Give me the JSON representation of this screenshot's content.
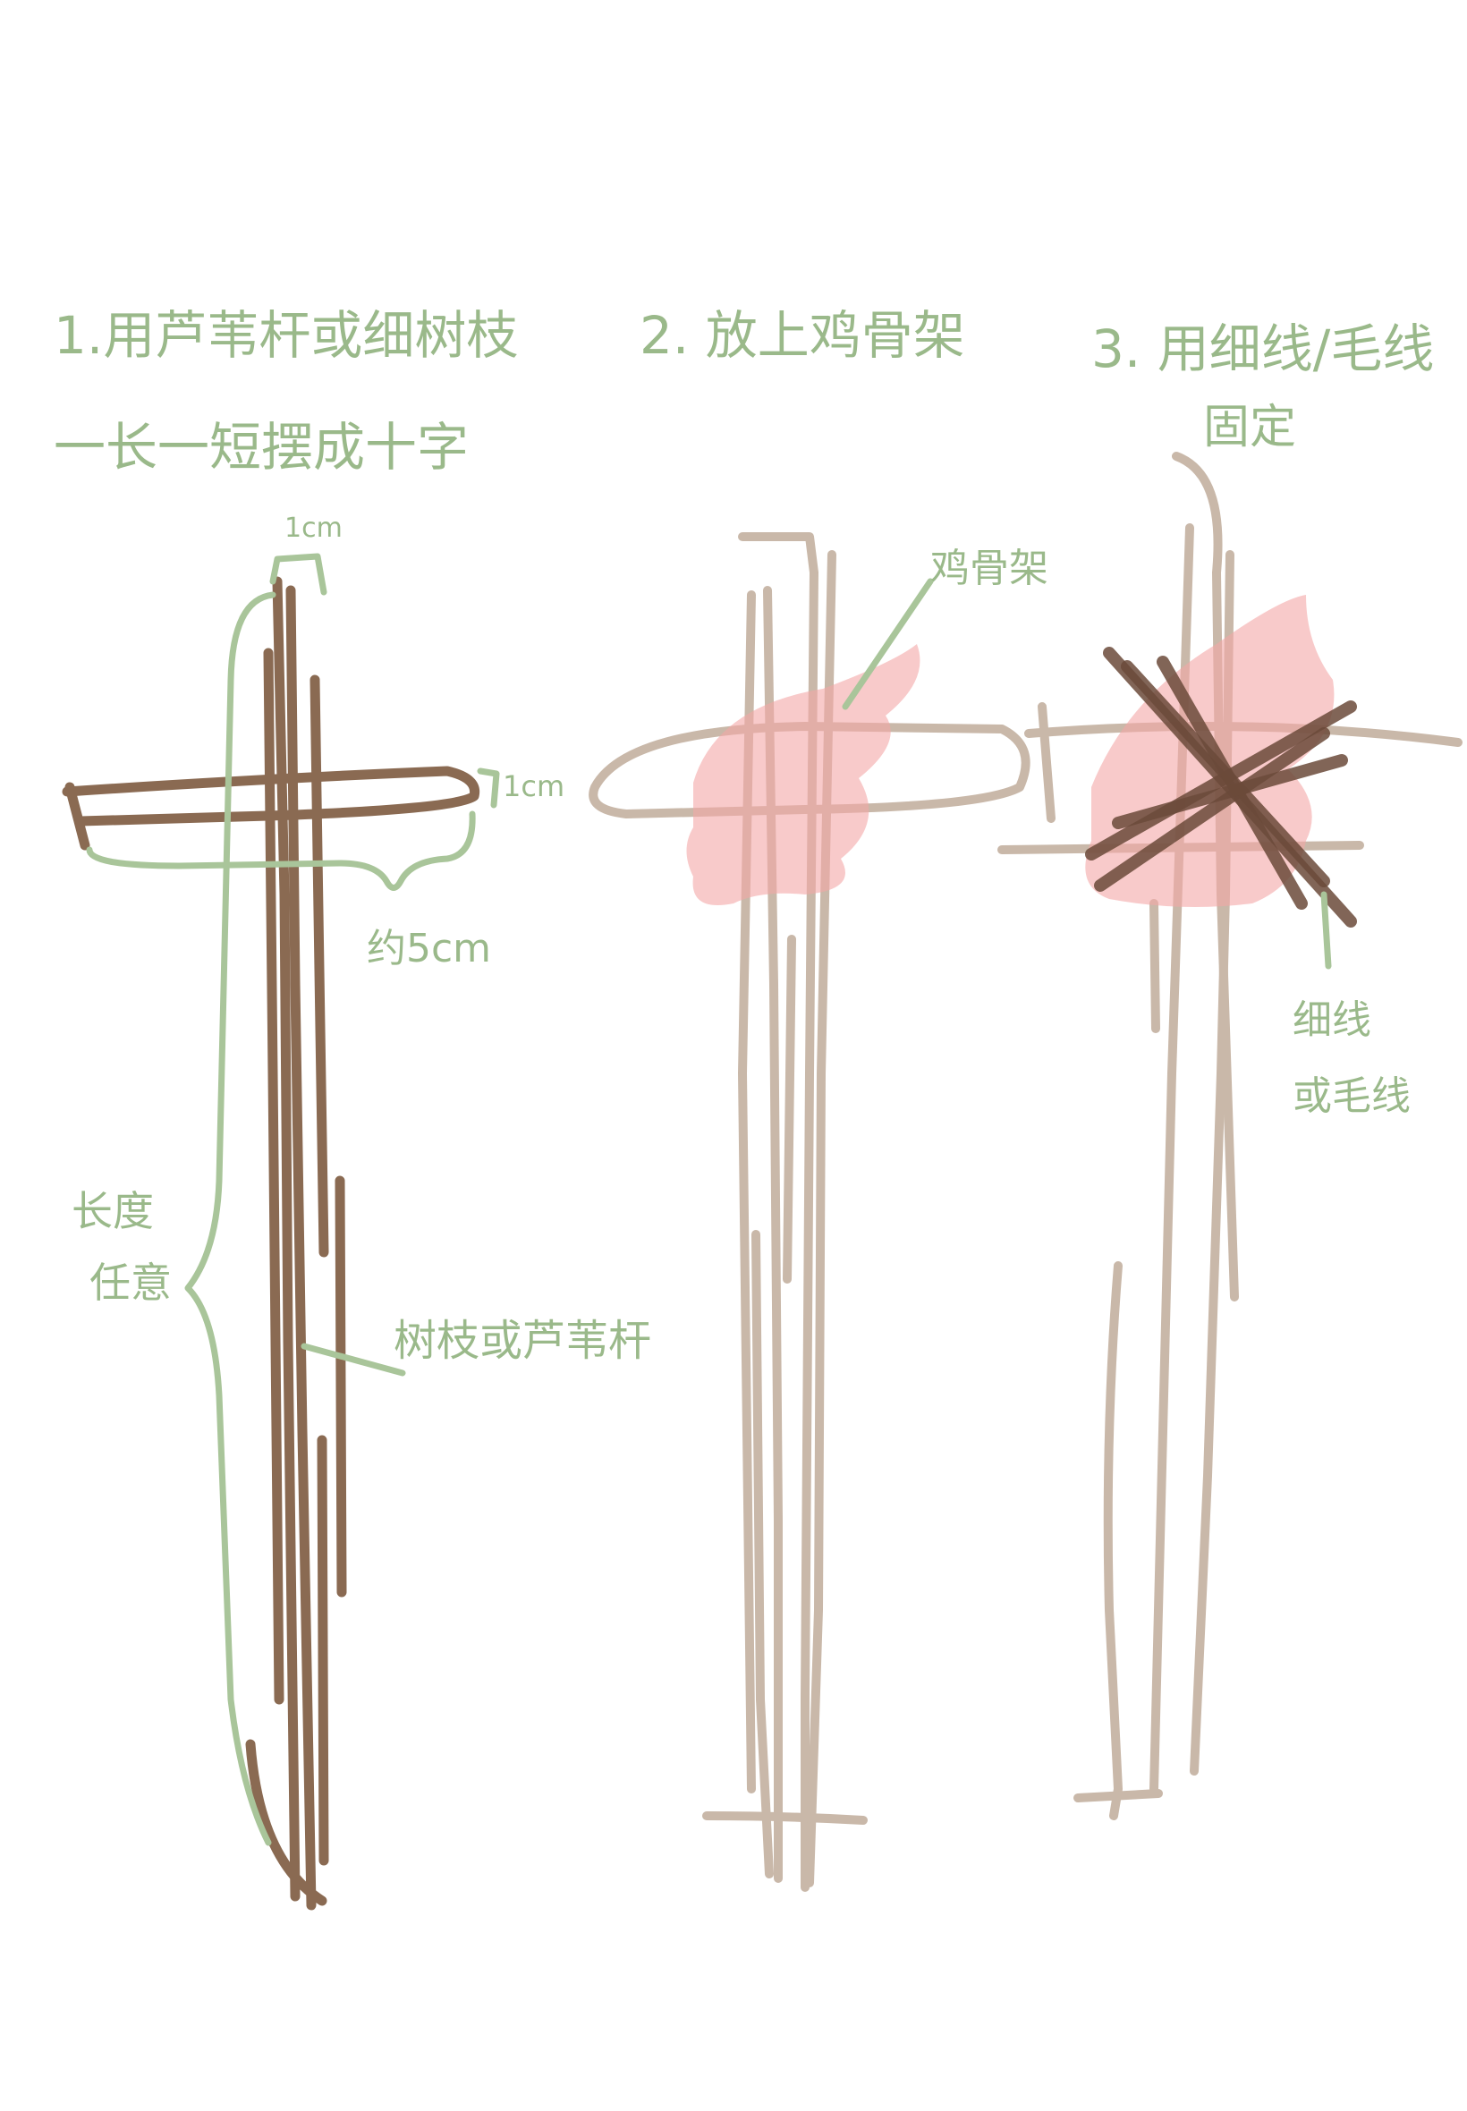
{
  "steps": {
    "step1": {
      "line1": "1.用芦苇杆或细树枝",
      "line2": "一长一短摆成十字"
    },
    "step2": {
      "line1": "2. 放上鸡骨架"
    },
    "step3": {
      "line1": "3. 用细线/毛线",
      "line2": "固定"
    }
  },
  "annotations": {
    "width_1cm_top": "1cm",
    "width_1cm_right": "1cm",
    "about_5cm": "约5cm",
    "length_free_1": "长度",
    "length_free_2": "任意",
    "branch_or_reed": "树枝或芦苇杆",
    "chicken_frame": "鸡骨架",
    "thread_1": "细线",
    "thread_2": "或毛线"
  },
  "colors": {
    "annotation_green": "#9ab98a",
    "stick_dark": "#8a6a52",
    "stick_light": "#c9b8a9",
    "frame_pink": "#f4a7a7",
    "tie_brown": "#6b4a3a"
  }
}
